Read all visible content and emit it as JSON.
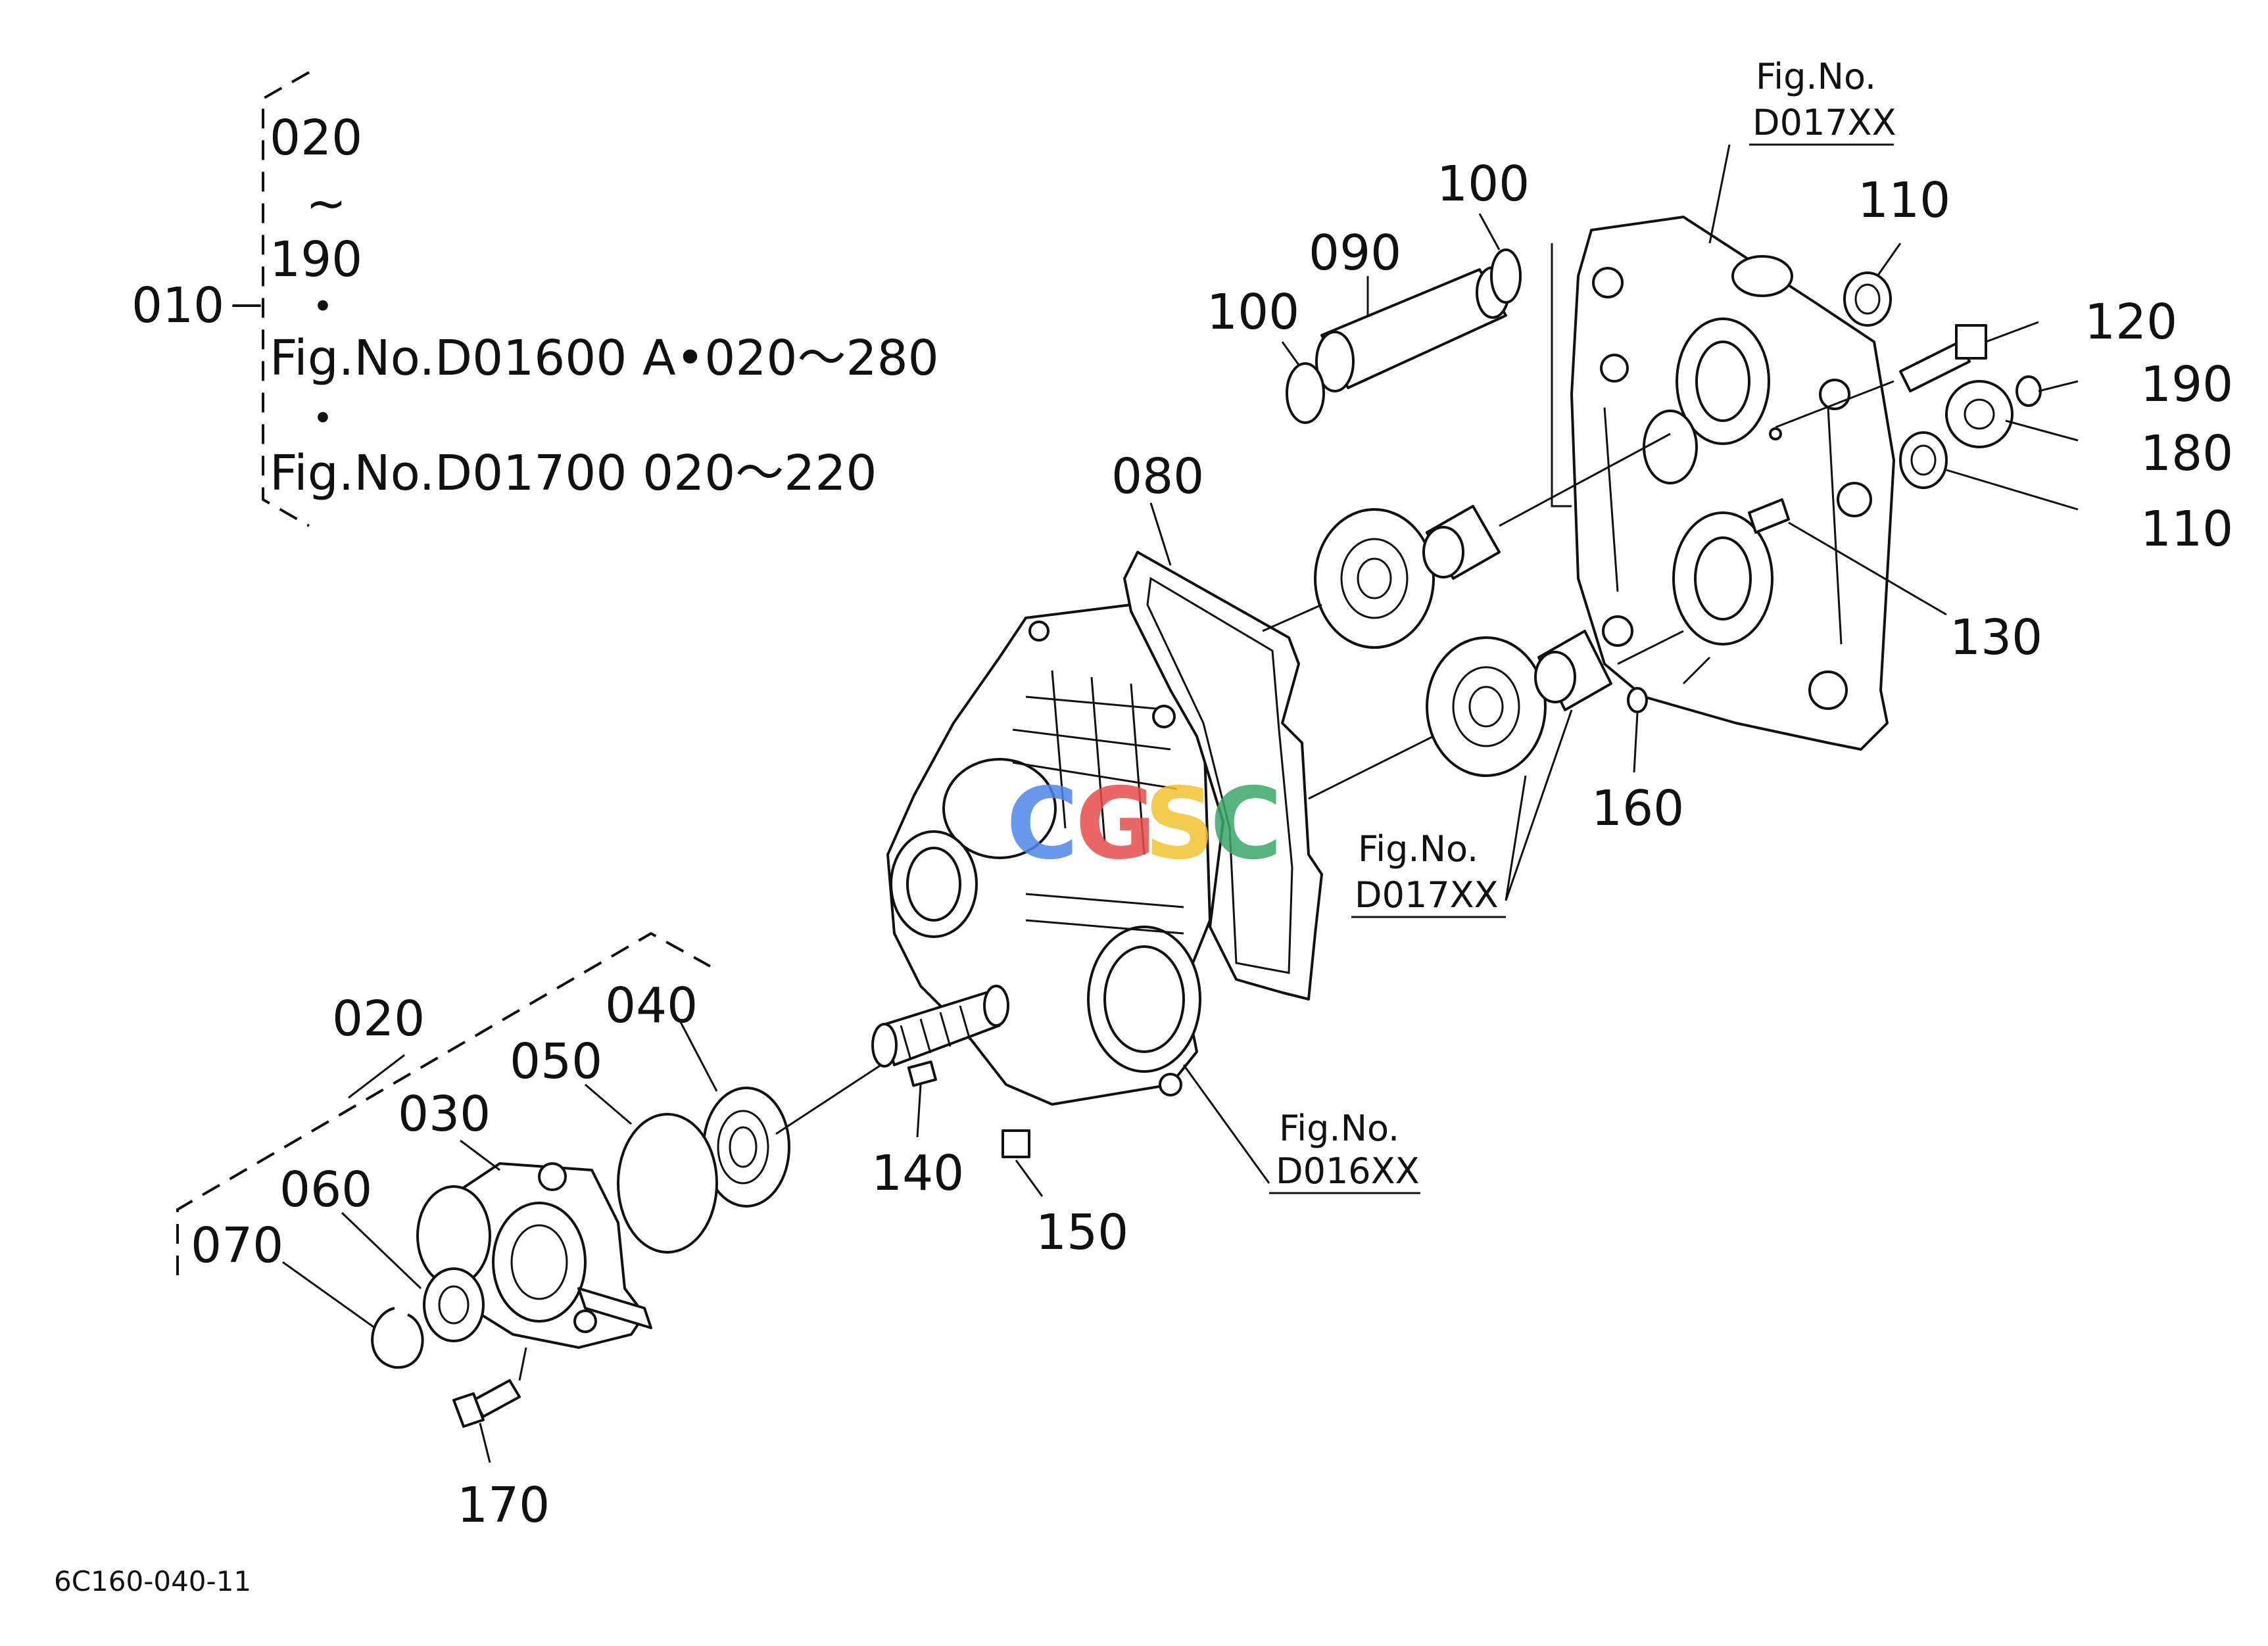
{
  "kit": {
    "parent": "010",
    "line1": "020",
    "tilde": "~",
    "line2": "190",
    "dot": "•",
    "ref1": "Fig.No.D01600  A•020～280",
    "ref2": "Fig.No.D01700  020～220"
  },
  "callouts": {
    "c020": "020",
    "c030": "030",
    "c040": "040",
    "c050": "050",
    "c060": "060",
    "c070": "070",
    "c080": "080",
    "c090": "090",
    "c100a": "100",
    "c100b": "100",
    "c110a": "110",
    "c110b": "110",
    "c120": "120",
    "c130": "130",
    "c140": "140",
    "c150": "150",
    "c160": "160",
    "c170": "170",
    "c180": "180",
    "c190": "190"
  },
  "fig_refs": {
    "top_label": "Fig.No.",
    "top_code": "D017XX",
    "mid_label": "Fig.No.",
    "mid_code": "D017XX",
    "low_label": "Fig.No.",
    "low_code": "D016XX"
  },
  "watermark": {
    "letters": [
      "C",
      "G",
      "S",
      "C"
    ],
    "colors": [
      "#4f86e8",
      "#e84d4d",
      "#f2c230",
      "#3aa86b"
    ]
  },
  "diagram_id": "6C160-040-11"
}
